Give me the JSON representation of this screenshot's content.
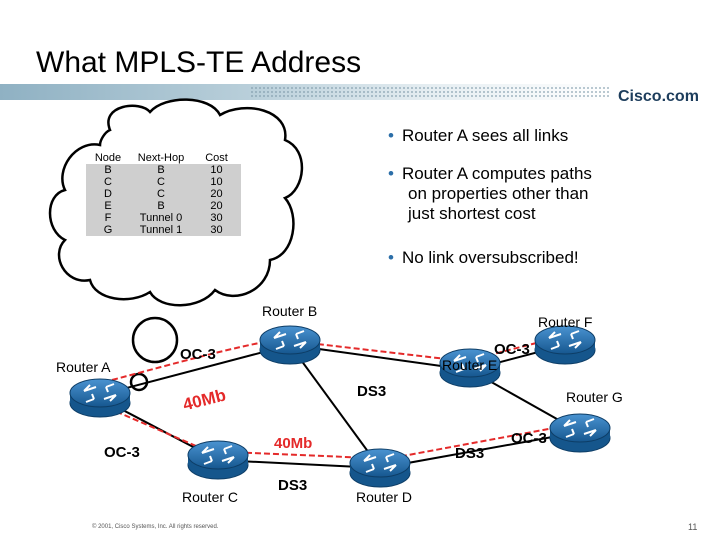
{
  "slide": {
    "title": "What MPLS-TE Address",
    "logo_text": "Cisco.com",
    "footer_text": "© 2001, Cisco Systems, Inc. All rights reserved.",
    "page_number": "11"
  },
  "bullets": [
    {
      "text": "Router A sees all links"
    },
    {
      "line1": "Router A computes paths",
      "line2": "on properties other than",
      "line3": "just shortest cost"
    },
    {
      "text": "No link oversubscribed!"
    }
  ],
  "table": {
    "headers": [
      "Node",
      "Next-Hop",
      "Cost"
    ],
    "rows": [
      [
        "B",
        "B",
        "10"
      ],
      [
        "C",
        "C",
        "10"
      ],
      [
        "D",
        "C",
        "20"
      ],
      [
        "E",
        "B",
        "20"
      ],
      [
        "F",
        "Tunnel 0",
        "30"
      ],
      [
        "G",
        "Tunnel 1",
        "30"
      ]
    ]
  },
  "routers": {
    "a": "Router A",
    "b": "Router B",
    "c": "Router C",
    "d": "Router D",
    "e": "Router E",
    "f": "Router F",
    "g": "Router G"
  },
  "links": {
    "a_b": "OC-3",
    "a_c": "OC-3",
    "e_f": "OC-3",
    "g_d": "OC-3",
    "b_d": "DS3",
    "c_d": "DS3",
    "e_g": "DS3",
    "a_b_flow": "40Mb",
    "c_d_flow": "40Mb"
  },
  "colors": {
    "router_blue": "#1f6fb0",
    "link_red": "#e42a2a",
    "bullet_blue": "#2b6ea8"
  }
}
